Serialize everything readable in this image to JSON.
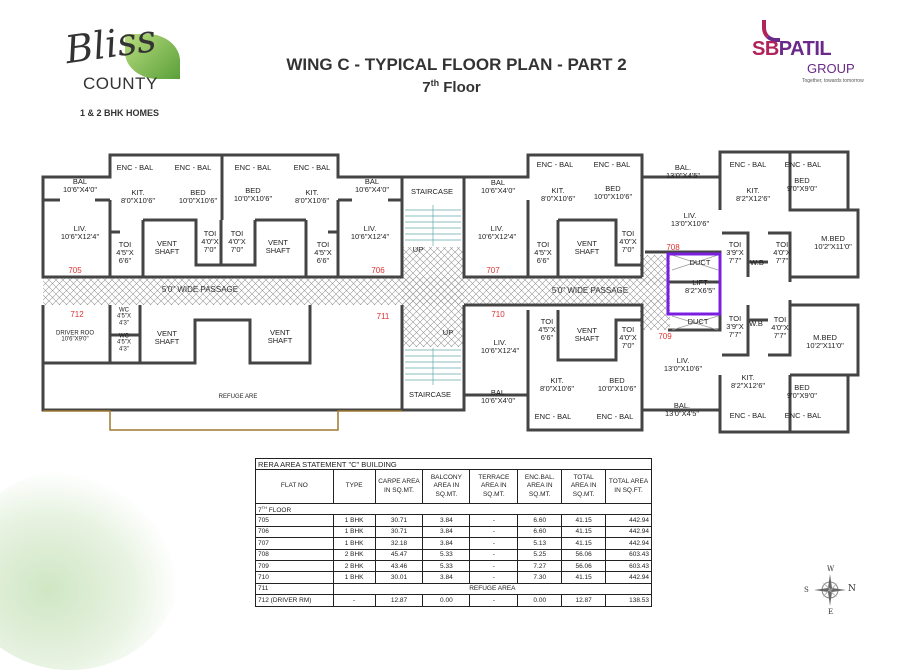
{
  "header": {
    "brand_left": {
      "script": "Bliss",
      "name": "COUNTY",
      "tagline": "1 & 2 BHK HOMES"
    },
    "title": "WING C - TYPICAL FLOOR PLAN - PART 2",
    "floor": {
      "num": "7",
      "sup": "th",
      "word": "Floor"
    },
    "brand_right": {
      "sb": "SB",
      "patil": "PATIL",
      "group": "GROUP",
      "tagline": "Together, towards tomorrow"
    }
  },
  "plan": {
    "labels": [
      {
        "id": "enc-bal",
        "t": "ENC - BAL"
      },
      {
        "id": "enc-bal",
        "t": "ENC - BAL"
      },
      {
        "id": "enc-bal",
        "t": "ENC - BAL"
      },
      {
        "id": "enc-bal",
        "t": "ENC - BAL"
      },
      {
        "id": "bal",
        "t": "BAL\n10'6\"X4'0\""
      },
      {
        "id": "kit",
        "t": "KIT.\n8'0\"X10'6\""
      },
      {
        "id": "bed",
        "t": "BED\n10'0\"X10'6\""
      },
      {
        "id": "bed",
        "t": "BED\n10'0\"X10'6\""
      },
      {
        "id": "kit",
        "t": "KIT.\n8'0\"X10'6\""
      },
      {
        "id": "bal",
        "t": "BAL\n10'6\"X4'0\""
      },
      {
        "id": "staircase",
        "t": "STAIRCASE"
      },
      {
        "id": "liv",
        "t": "LIV.\n10'6\"X12'4\""
      },
      {
        "id": "liv",
        "t": "LIV.\n10'6\"X12'4\""
      },
      {
        "id": "toi",
        "t": "TOI\n4'5\"X\n6'6\""
      },
      {
        "id": "vent-shaft",
        "t": "VENT\nSHAFT"
      },
      {
        "id": "toi",
        "t": "TOI\n4'0\"X\n7'0\""
      },
      {
        "id": "toi",
        "t": "TOI\n4'0\"X\n7'0\""
      },
      {
        "id": "vent-shaft",
        "t": "VENT\nSHAFT"
      },
      {
        "id": "toi",
        "t": "TOI\n4'5\"X\n6'6\""
      },
      {
        "id": "up",
        "t": "UP"
      },
      {
        "id": "enc-bal",
        "t": "ENC - BAL"
      },
      {
        "id": "enc-bal",
        "t": "ENC - BAL"
      },
      {
        "id": "bal",
        "t": "BAL\n10'6\"X4'0\""
      },
      {
        "id": "kit",
        "t": "KIT.\n8'0\"X10'6\""
      },
      {
        "id": "bed",
        "t": "BED\n10'0\"X10'6\""
      },
      {
        "id": "bal",
        "t": "BAL.\n13'0\"X4'5\""
      },
      {
        "id": "enc-bal",
        "t": "ENC - BAL"
      },
      {
        "id": "enc-bal",
        "t": "ENC - BAL"
      },
      {
        "id": "kit",
        "t": "KIT.\n8'2\"X12'6\""
      },
      {
        "id": "bed",
        "t": "BED\n9'0\"X9'0\""
      },
      {
        "id": "liv",
        "t": "LIV.\n10'6\"X12'4\""
      },
      {
        "id": "liv",
        "t": "LIV.\n13'0\"X10'6\""
      },
      {
        "id": "m-bed",
        "t": "M.BED\n10'2\"X11'0\""
      },
      {
        "id": "toi",
        "t": "TOI\n4'5\"X\n6'6\""
      },
      {
        "id": "vent-shaft",
        "t": "VENT\nSHAFT"
      },
      {
        "id": "toi",
        "t": "TOI\n4'0\"X\n7'0\""
      },
      {
        "id": "toi",
        "t": "TOI\n3'9\"X\n7'7\""
      },
      {
        "id": "wb",
        "t": "W.B"
      },
      {
        "id": "toi",
        "t": "TOI\n4'0\"X\n7'7\""
      },
      {
        "id": "duct",
        "t": "DUCT"
      },
      {
        "id": "lift",
        "t": "LIFT\n8'2\"X6'5\""
      },
      {
        "id": "driver-room",
        "t": "DRIVER ROO\n10'6\"X9'0\""
      },
      {
        "id": "wc",
        "t": "WC\n4'5\"X\n4'3\""
      },
      {
        "id": "wc",
        "t": "WC\n4'5\"X\n4'3\""
      },
      {
        "id": "vent-shaft",
        "t": "VENT\nSHAFT"
      },
      {
        "id": "vent-shaft",
        "t": "VENT\nSHAFT"
      },
      {
        "id": "refuge",
        "t": "REFUGE ARE"
      },
      {
        "id": "staircase",
        "t": "STAIRCASE"
      },
      {
        "id": "up",
        "t": "UP"
      },
      {
        "id": "toi",
        "t": "TOI\n4'5\"X\n6'6\""
      },
      {
        "id": "vent-shaft",
        "t": "VENT\nSHAFT"
      },
      {
        "id": "toi",
        "t": "TOI\n4'0\"X\n7'0\""
      },
      {
        "id": "duct",
        "t": "DUCT"
      },
      {
        "id": "toi",
        "t": "TOI\n3'9\"X\n7'7\""
      },
      {
        "id": "wb",
        "t": "W.B"
      },
      {
        "id": "toi",
        "t": "TOI\n4'0\"X\n7'7\""
      },
      {
        "id": "m-bed",
        "t": "M.BED\n10'2\"X11'0\""
      },
      {
        "id": "liv",
        "t": "LIV.\n10'6\"X12'4\""
      },
      {
        "id": "liv",
        "t": "LIV.\n13'0\"X10'6\""
      },
      {
        "id": "kit",
        "t": "KIT.\n8'0\"X10'6\""
      },
      {
        "id": "bed",
        "t": "BED\n10'0\"X10'6\""
      },
      {
        "id": "kit",
        "t": "KIT.\n8'2\"X12'6\""
      },
      {
        "id": "bed",
        "t": "BED\n9'0\"X9'0\""
      },
      {
        "id": "bal",
        "t": "BAL\n10'6\"X4'0\""
      },
      {
        "id": "bal",
        "t": "BAL.\n13'0\"X4'5\""
      },
      {
        "id": "enc-bal",
        "t": "ENC - BAL"
      },
      {
        "id": "enc-bal",
        "t": "ENC - BAL"
      },
      {
        "id": "enc-bal",
        "t": "ENC - BAL"
      },
      {
        "id": "enc-bal",
        "t": "ENC - BAL"
      }
    ],
    "units": [
      "705",
      "706",
      "707",
      "708",
      "709",
      "710",
      "711",
      "712"
    ],
    "passage": "5'0\" WIDE PASSAGE",
    "highlight_color": "#7a1fe0"
  },
  "table": {
    "title": "RERA AREA STATEMENT \"C\" BUILDING",
    "headers": [
      "FLAT NO",
      "TYPE",
      "CARPE AREA IN SQ.MT.",
      "BALCONY AREA IN SQ.MT.",
      "TERRACE AREA IN SQ.MT.",
      "ENC.BAL. AREA IN SQ.MT.",
      "TOTAL AREA IN SQ.MT.",
      "TOTAL AREA IN SQ.FT."
    ],
    "floor_label": {
      "num": "7",
      "sup": "TH",
      "word": " FLOOR"
    },
    "rows": [
      [
        "705",
        "1 BHK",
        "30.71",
        "3.84",
        "-",
        "6.60",
        "41.15",
        "442.94"
      ],
      [
        "706",
        "1 BHK",
        "30.71",
        "3.84",
        "-",
        "6.60",
        "41.15",
        "442.94"
      ],
      [
        "707",
        "1 BHK",
        "32.18",
        "3.84",
        "-",
        "5.13",
        "41.15",
        "442.94"
      ],
      [
        "708",
        "2 BHK",
        "45.47",
        "5.33",
        "-",
        "5.25",
        "56.06",
        "603.43"
      ],
      [
        "709",
        "2 BHK",
        "43.46",
        "5.33",
        "-",
        "7.27",
        "56.06",
        "603.43"
      ],
      [
        "710",
        "1 BHK",
        "30.01",
        "3.84",
        "-",
        "7.30",
        "41.15",
        "442.94"
      ]
    ],
    "refuge_row": {
      "flat": "711",
      "note": "REFUGE AREA"
    },
    "driver_row": [
      "712 (DRIVER RM)",
      "-",
      "12.87",
      "0.00",
      "-",
      "0.00",
      "12.87",
      "138.53"
    ]
  },
  "compass": {
    "n": "N",
    "s": "S",
    "e": "E",
    "w": "W"
  }
}
